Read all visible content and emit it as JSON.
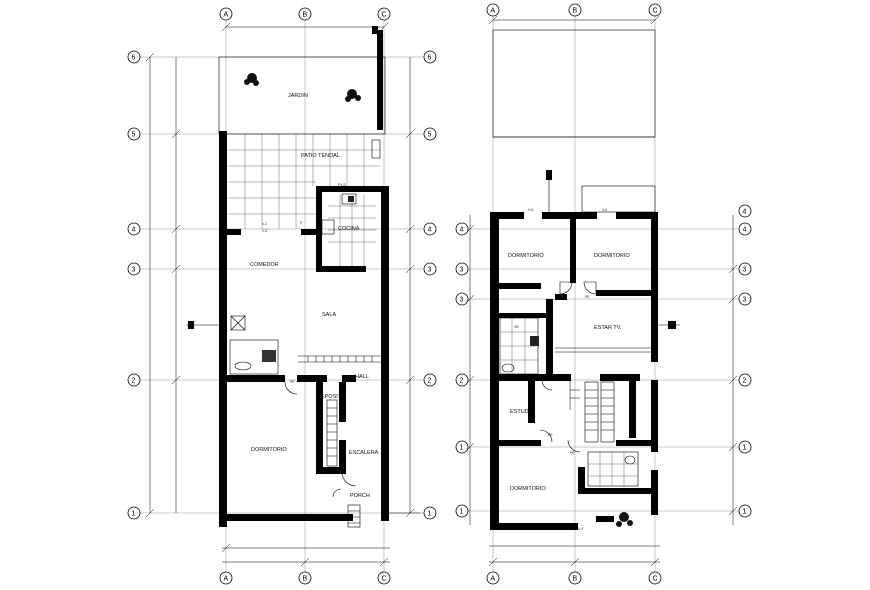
{
  "grid_bubbles": {
    "columns": [
      "A",
      "B",
      "C"
    ],
    "rows_left": [
      "6",
      "5",
      "4",
      "3",
      "2",
      "1"
    ],
    "rows_right": [
      "4",
      "4",
      "3",
      "3",
      "2",
      "1",
      "1"
    ]
  },
  "ground_floor": {
    "rooms": {
      "jardin": "JARDIN",
      "patio": "PATIO TENDAL",
      "comedor": "COMEDOR",
      "cocina": "COCINA",
      "sala": "SALA",
      "hall": "HALL",
      "deposito": "DEPOSITO",
      "dormitorio": "DORMITORIO",
      "escalera": "ESCALERA",
      "porch": "PORCH"
    },
    "tags": {
      "v2": "V-2",
      "v3": "V-3",
      "pv2": "PV-2",
      "p": "P",
      "pe": "PE"
    }
  },
  "upper_floor": {
    "rooms": {
      "dorm1": "DORMITORIO",
      "dorm2": "DORMITORIO",
      "estar": "ESTAR TV.",
      "estudio": "ESTUDIO",
      "dorm3": "DORMITORIO"
    },
    "tags": {
      "v5a": "V-5",
      "v5b": "V-5",
      "pe1": "PE",
      "pe2": "PE",
      "pe3": "PE",
      "pe4": "PE",
      "vb": "VB",
      "v4": "V-4"
    }
  }
}
